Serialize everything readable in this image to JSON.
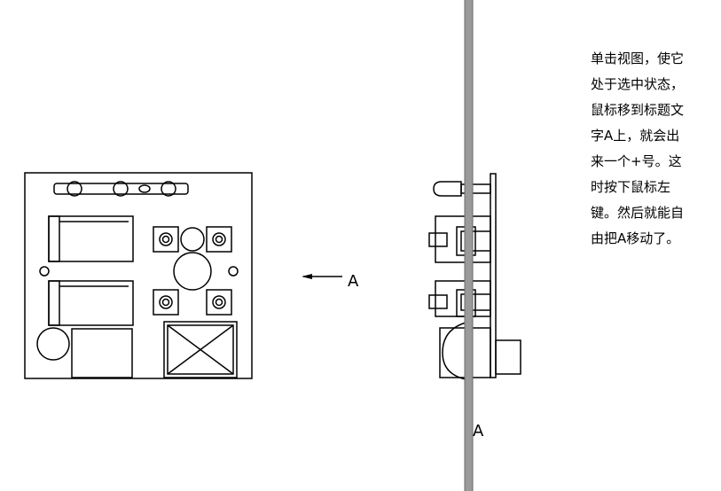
{
  "labels": {
    "view_arrow_label": "A",
    "section_label": "A"
  },
  "instructions": {
    "text": "单击视图，使它处于选中状态，\n鼠标移到标题文字A上，就会出来一个+号。这时按下鼠标左键。然后就能自由把A移动了。"
  },
  "colors": {
    "line": "#000000",
    "section_bar": "#9a9a9a",
    "background": "#ffffff"
  }
}
